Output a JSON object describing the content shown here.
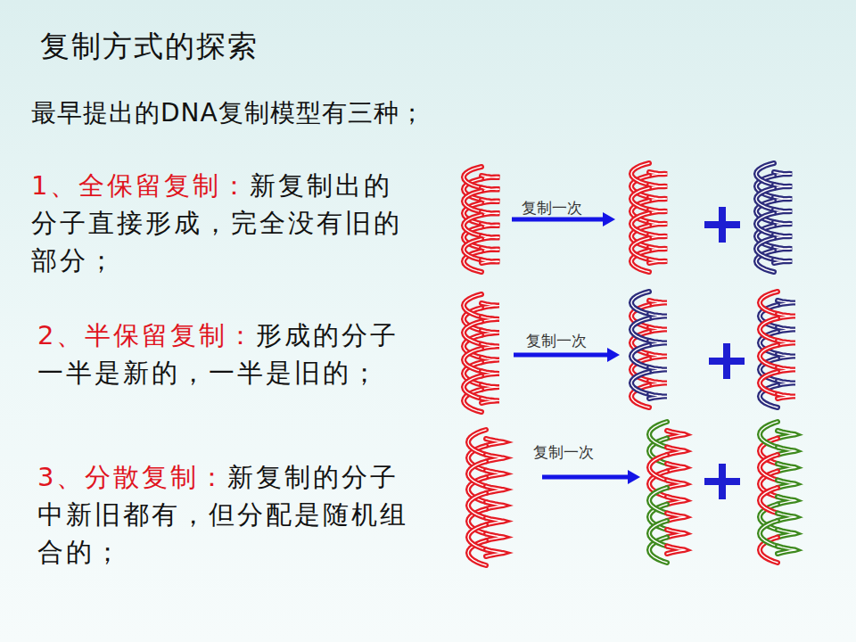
{
  "diagram": {
    "title": "复制方式的探索",
    "labels": [
      "最早提出的DNA复制模型有三种；",
      "1、全保留复制：",
      "新复制出的分子直接形成，完全没有旧的部分；",
      "2、半保留复制：",
      "形成的分子一半是新的，一半是旧的；",
      "3、分散复制：",
      "新复制的分子中新旧都有，但分配是随机组合的；",
      "复制一次",
      "复制一次",
      "复制一次"
    ]
  }
}
